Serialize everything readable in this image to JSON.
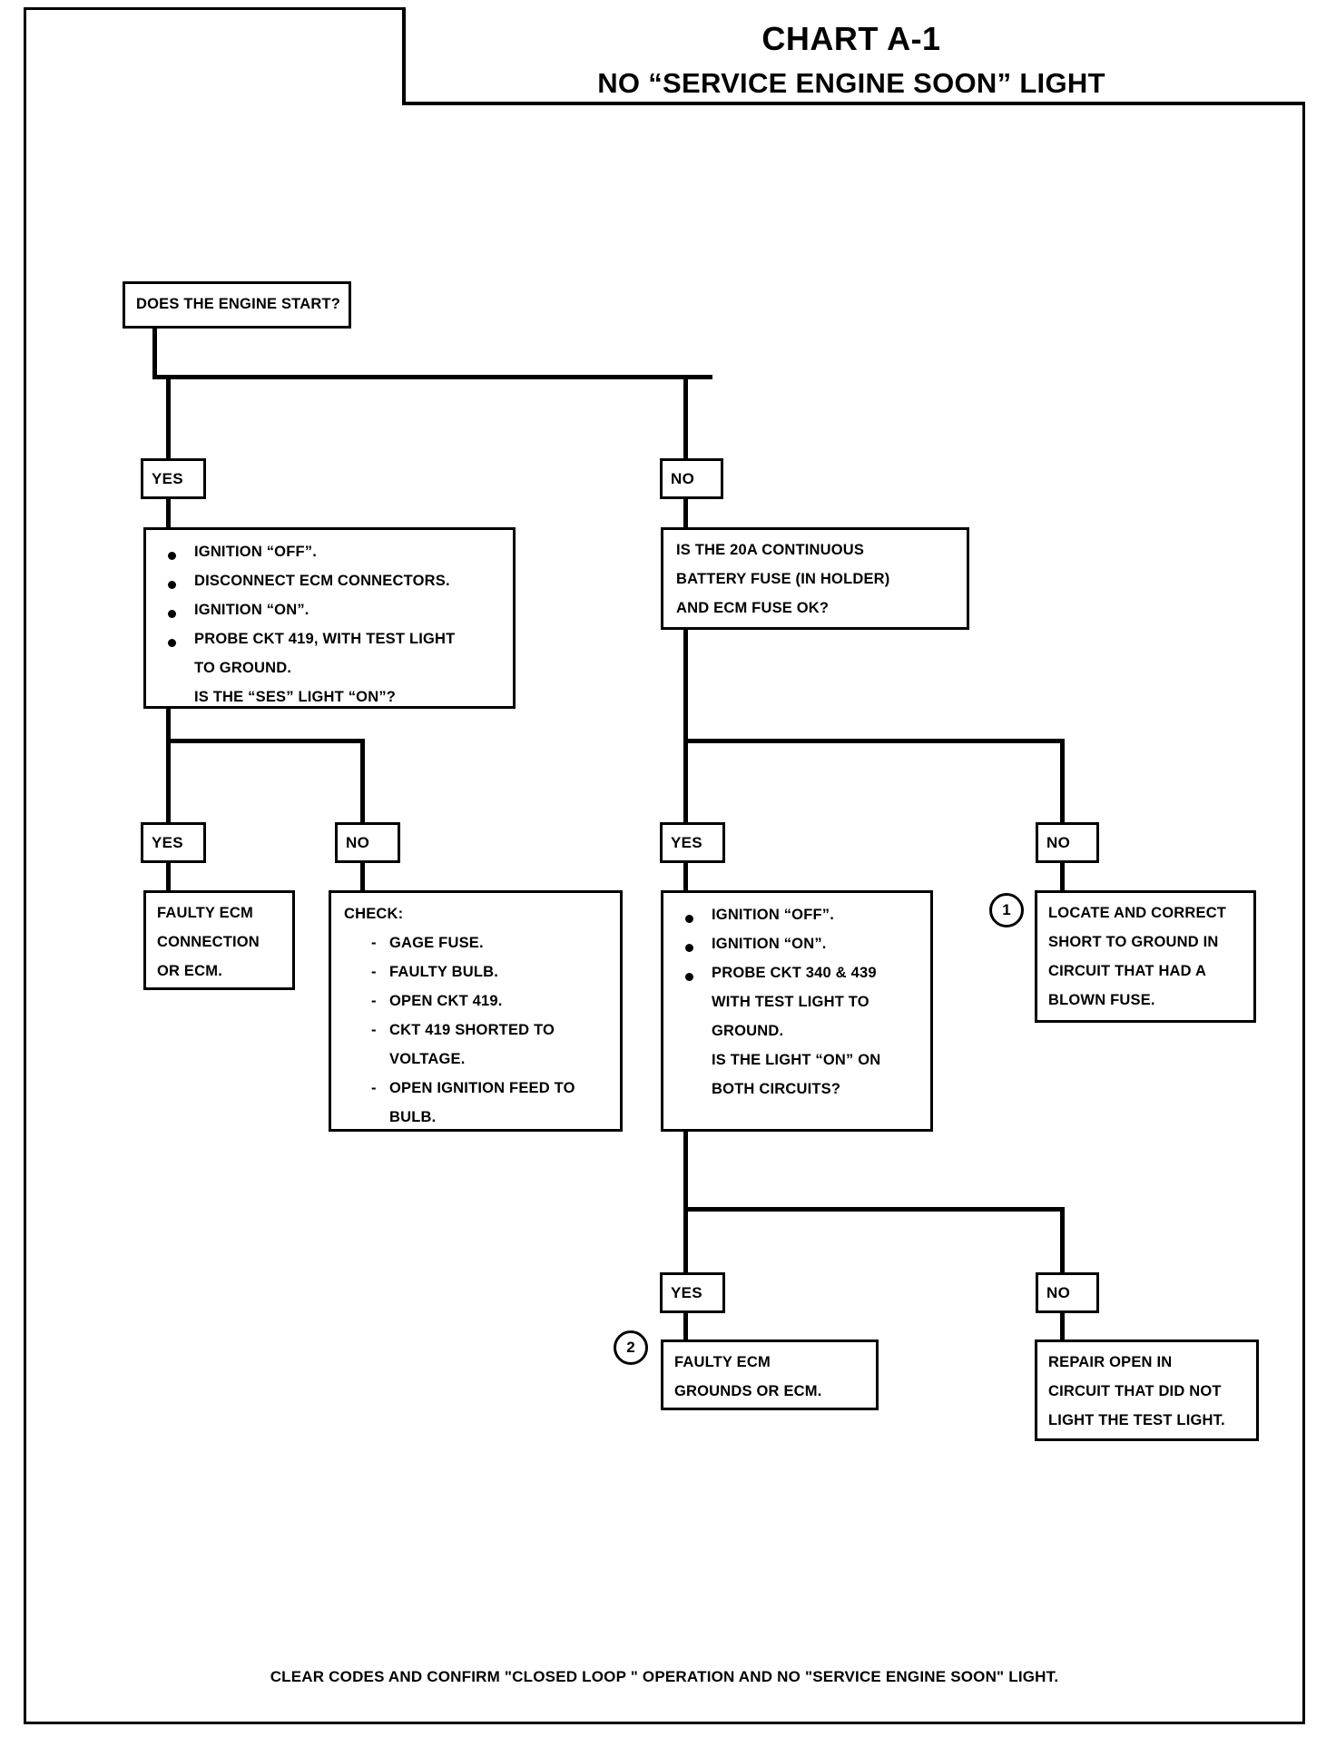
{
  "title": {
    "chart_number": "CHART A-1",
    "subtitle": "NO “SERVICE ENGINE SOON” LIGHT"
  },
  "footer": {
    "note": "CLEAR CODES AND CONFIRM \"CLOSED LOOP \" OPERATION AND NO \"SERVICE ENGINE SOON\" LIGHT."
  },
  "labels": {
    "yes": "YES",
    "no": "NO",
    "marker_one": "1",
    "marker_two": "2",
    "dash": "-"
  },
  "nodes": {
    "start": {
      "text": "DOES THE ENGINE START?"
    },
    "left_test": {
      "items": [
        "IGNITION “OFF”.",
        "DISCONNECT ECM CONNECTORS.",
        "IGNITION “ON”.",
        "PROBE CKT 419, WITH TEST LIGHT",
        "TO GROUND.",
        "IS THE “SES” LIGHT “ON”?"
      ]
    },
    "faulty_ecm_connection": {
      "lines": [
        "FAULTY ECM",
        "CONNECTION",
        "OR ECM."
      ]
    },
    "check_list": {
      "heading": "CHECK:",
      "items": [
        "GAGE FUSE.",
        "FAULTY BULB.",
        "OPEN CKT 419.",
        "CKT 419 SHORTED TO",
        "VOLTAGE.",
        "OPEN IGNITION FEED TO",
        "BULB."
      ]
    },
    "fuse_question": {
      "lines": [
        "IS THE 20A CONTINUOUS",
        "BATTERY FUSE  (IN HOLDER)",
        "AND ECM FUSE OK?"
      ]
    },
    "probe_test": {
      "items": [
        "IGNITION “OFF”.",
        "IGNITION “ON”.",
        "PROBE CKT 340 & 439",
        "WITH TEST LIGHT TO",
        "GROUND.",
        "IS THE LIGHT “ON” ON",
        "BOTH CIRCUITS?"
      ]
    },
    "locate_short": {
      "lines": [
        "LOCATE  AND CORRECT",
        "SHORT TO GROUND IN",
        "CIRCUIT THAT HAD A",
        "BLOWN FUSE."
      ]
    },
    "faulty_ecm_grounds": {
      "lines": [
        "FAULTY ECM",
        "GROUNDS OR ECM."
      ]
    },
    "repair_open": {
      "lines": [
        "REPAIR OPEN IN",
        "CIRCUIT THAT DID NOT",
        "LIGHT THE TEST LIGHT."
      ]
    }
  }
}
